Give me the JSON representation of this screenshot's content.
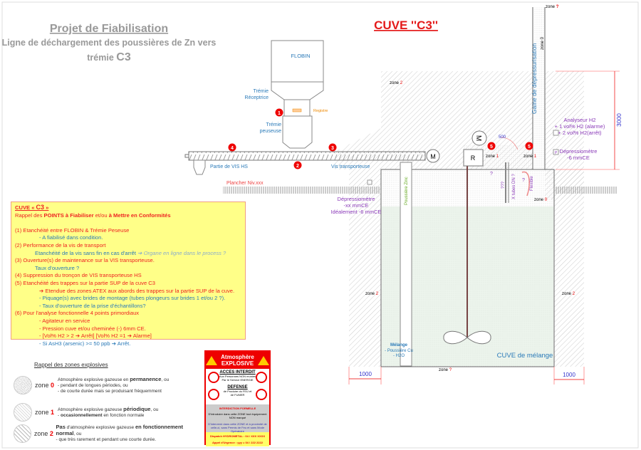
{
  "header": {
    "title": "Projet de Fiabilisation",
    "subtitle1": "Ligne de déchargement des poussières de Zn vers",
    "subtitle2a": "trémie ",
    "subtitle2b": "C3",
    "cuve_title": "CUVE  ''C3''"
  },
  "diagram": {
    "flobin": "FLOBIN",
    "tremie_receptrice_1": "Trémie",
    "tremie_receptrice_2": "Réceptrice",
    "registre": "Registre",
    "tremie_peseuse_1": "Trémie",
    "tremie_peseuse_2": "peuseuse",
    "partie_vis_hs": "Partie de VIS HS",
    "vis_transporteuse": "Vis transporteuse",
    "plancher": "Plancher Niv.xxx",
    "motor": "M",
    "reducer": "R",
    "markers": [
      "1",
      "2",
      "3",
      "4",
      "5",
      "5"
    ],
    "zone_label": "zone ",
    "zone_top": "?",
    "zone_gaine": "zone 0",
    "zone2": "2",
    "zone1": "1",
    "zone0": "0",
    "zone_q": "?",
    "gaine": "Gaine de dépressurisation",
    "analyseur": [
      "Analyseur H2",
      "+ 1 vol% H2 (alarme)",
      "+ 2 vol% H2(arrêt)"
    ],
    "depresso_right": [
      "Dépressiomètre",
      "-6 mmCE"
    ],
    "depresso_left": [
      "Dépressiomètre",
      "-xx mmCE",
      "Idéalement -6 mmCE"
    ],
    "poussiere_zinc": "Poussière Zinc",
    "dim_500": "500",
    "dim_3000": "3000",
    "dim_1000_left": "1000",
    "dim_1000_right": "1000",
    "q": "?",
    "qqq": "???",
    "x_tubes": "X tubes DN ?",
    "flexible": "Flexible",
    "p": "P",
    "melange_title": "Mélange",
    "melange_1": "- Poussière Cu",
    "melange_2": "- H2O",
    "cuve_melange": "CUVE de mélange"
  },
  "notes": {
    "title_a": "CUVE « ",
    "title_b": "C3",
    "title_c": " »",
    "intro_a": "Rappel des ",
    "intro_b": "POINTS à Fiabiliser",
    "intro_c": " et/ou ",
    "intro_d": "à Mettre en Conformités",
    "l1": "(1)  Etanchéité entre FLOBIN & Trémie Peseuse",
    "l1a": "- A fiabilisé dans condition.",
    "l2": "(2)  Performance de la vis de transport",
    "l2a": "Etanchéité de la vis sans fin en cas d'arrêt ",
    "l2b": "➔ Organe en ligne dans le process ?",
    "l3": "(3)  Ouverture(s) de maintenance sur la VIS transporteuse.",
    "l3a": "Taux d'ouverture ?",
    "l4": "(4)  Suppression du tronçon de VIS transporteuse HS",
    "l5": "(5)  Etanchéité des trappes sur la partie SUP de la cuve C3",
    "l5a": "➔ Etendue des zones ATEX aux abords des trappes sur la partie SUP de la cuve.",
    "l5b": "- Piquage(s) avec brides de montage (tubes plongeurs sur brides 1 et/ou 2 ?).",
    "l5c": "- Taux d'ouverture de la prise d'échantillons?",
    "l6": "(6) Pour l'analyse fonctionnelle 4 points primordiaux",
    "l6a": "- Agitateur en service",
    "l6b": "- Pression cuve et/ou cheminée (-) 6mm CE.",
    "l6c": "- [Vol% H2 > 2 ➔ Arrêt]    [Vol% H2 =1 ➔ Alarme]",
    "l6d": "- Si AsH3 (arsenic) >= 50 ppb ➔ Arrêt."
  },
  "legend": {
    "title": "Rappel des zones explosives",
    "zone": "zone ",
    "z0": "0",
    "z0_a": "Atmosphère explosive gazeuse en ",
    "z0_b": "permanence",
    "z0_c": ", ou",
    "z0_d": "- pendant de longues périodes, ou",
    "z0_e": "- de courte durée mais se produisant fréquemment",
    "z1": "1",
    "z1_a": "Atmosphère explosive gazeuse ",
    "z1_b": "périodique",
    "z1_c": ", ou",
    "z1_d": "occasionnellement",
    "z1_e": " en fonction normale",
    "z2": "2",
    "z2_a": "Pas",
    "z2_b": " d'atmosphère explosive gazeuse ",
    "z2_c": "en fonctionnement normal",
    "z2_d": ", ou",
    "z2_e": "- que très rarement et pendant une courte durée."
  },
  "sign": {
    "title1": "Atmosphère",
    "title2": "EXPLOSIVE",
    "ex": "Ex",
    "acces": "ACCES INTERDIT",
    "acces_sub": "Aux Personnes NON munies Par le Service ENERGIE",
    "defense": "DEFENSE",
    "defense_sub": "de Produire du FEU et de FUMER",
    "interdiction": "INTERDICTION FORMELLE",
    "inter_sub": "D'introduire dans cette ZONE tout équipement NON marqué",
    "inter_sub2": "D'intervenir dans cette ZONE et à proximité de celle-ci, sans Permis de Feu et sans Mode Opératoire",
    "dispatch": "Dispatch HYDROMETAL  :  04 / XXX XXXX",
    "urgence": "Appel d'Urgence  :  yyy  =  04 / 222 2222"
  },
  "colors": {
    "red": "#e41a1a",
    "blue": "#2a7ab8",
    "purple": "#8a3ab8",
    "green_fill": "#e4efe4",
    "yellow": "#ffff88"
  }
}
